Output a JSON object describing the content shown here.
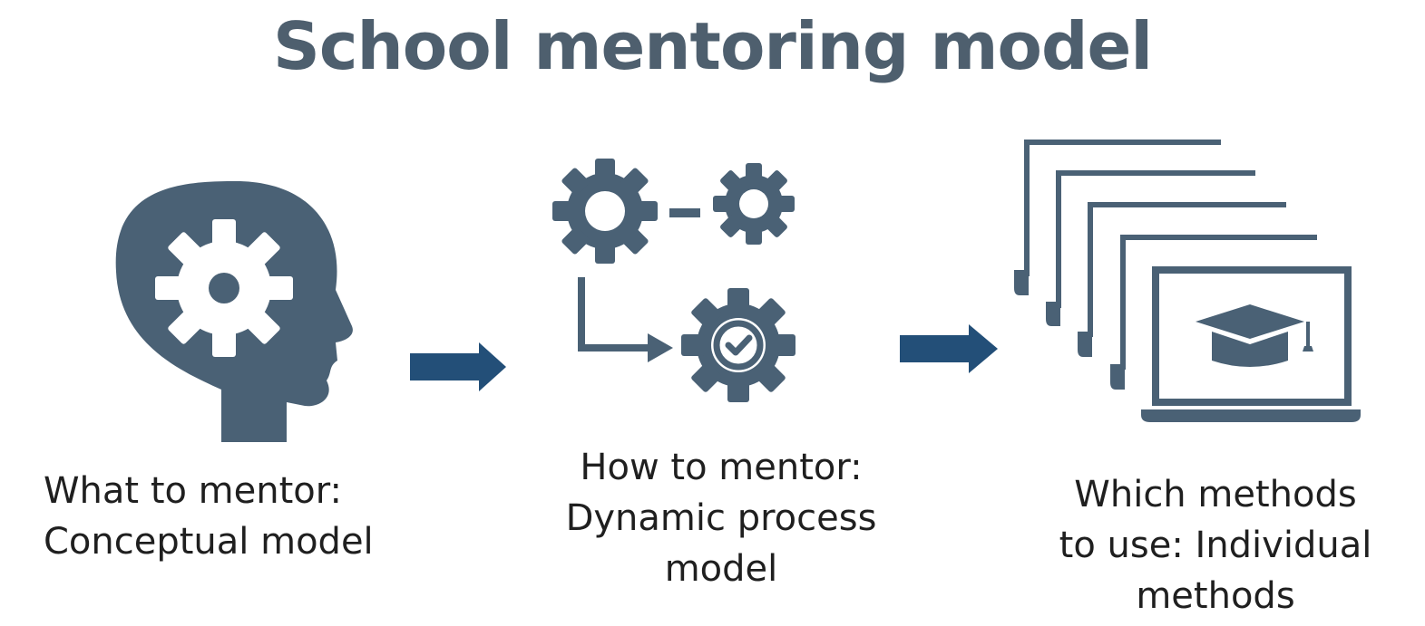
{
  "title": "School mentoring model",
  "colors": {
    "icon": "#4a6175",
    "arrow": "#234f78",
    "title": "#4e5f6e",
    "text": "#1f1f1f"
  },
  "steps": [
    {
      "icon": "head-with-gear-icon",
      "lines": [
        "What to mentor:",
        "Conceptual model"
      ]
    },
    {
      "icon": "gears-process-icon",
      "lines": [
        "How to mentor:",
        "Dynamic process",
        "model"
      ]
    },
    {
      "icon": "stacked-laptops-graduation-cap-icon",
      "lines": [
        "Which methods",
        "to use: Individual",
        "methods"
      ]
    }
  ],
  "connectors": [
    "arrow-right-icon",
    "arrow-right-icon"
  ]
}
